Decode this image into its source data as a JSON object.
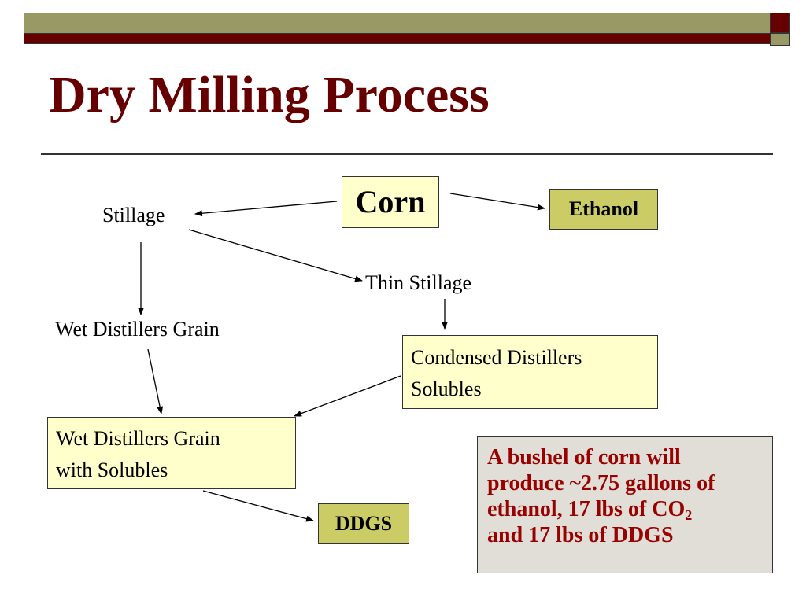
{
  "slide": {
    "title": "Dry Milling Process"
  },
  "nodes": {
    "corn": "Corn",
    "ethanol": "Ethanol",
    "stillage": "Stillage",
    "thin_stillage": "Thin Stillage",
    "wet_distillers_grain": "Wet Distillers Grain",
    "condensed_line1": "Condensed Distillers",
    "condensed_line2": "Solubles",
    "wdgs_line1": "Wet Distillers Grain",
    "wdgs_line2": "with Solubles",
    "ddgs": "DDGS"
  },
  "note": {
    "line1": "A bushel of corn will",
    "line2": "produce ~2.75 gallons of",
    "line3_prefix": "ethanol, 17 lbs of CO",
    "line3_subscript": "2",
    "line4": "and 17 lbs of DDGS"
  },
  "colors": {
    "title": "#660000",
    "header_olive": "#999966",
    "header_maroon": "#660000",
    "box_fill": "#ffffcc",
    "highlight_box_fill": "#cccc66",
    "note_fill": "#e0ded6",
    "note_text": "#990000"
  },
  "edges": [
    [
      "Corn",
      "Stillage"
    ],
    [
      "Corn",
      "Ethanol"
    ],
    [
      "Stillage",
      "Thin Stillage"
    ],
    [
      "Stillage",
      "Wet Distillers Grain"
    ],
    [
      "Thin Stillage",
      "Condensed Distillers Solubles"
    ],
    [
      "Wet Distillers Grain",
      "Wet Distillers Grain with Solubles"
    ],
    [
      "Condensed Distillers Solubles",
      "Wet Distillers Grain with Solubles"
    ],
    [
      "Wet Distillers Grain with Solubles",
      "DDGS"
    ]
  ]
}
